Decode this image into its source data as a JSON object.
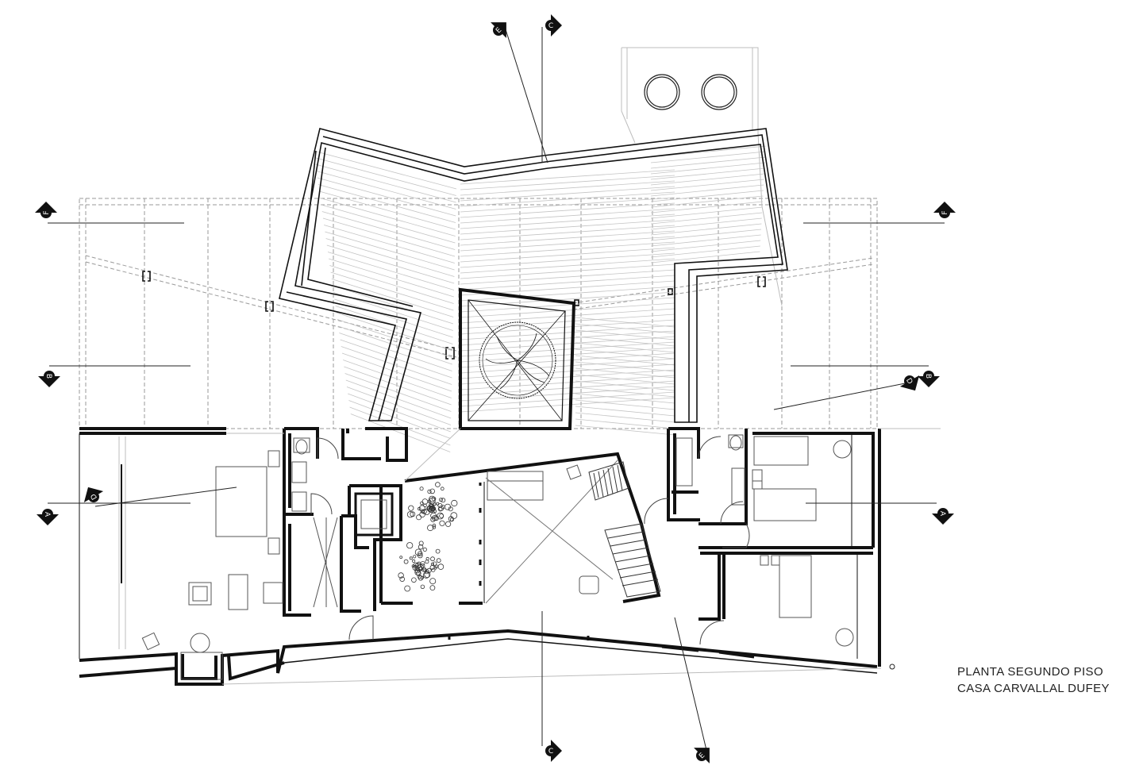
{
  "title": {
    "line1": "PLANTA SEGUNDO PISO",
    "line2": "CASA CARVALLAL DUFEY"
  },
  "section_markers": [
    {
      "id": "marker-e-top",
      "letter": "E"
    },
    {
      "id": "marker-c-top",
      "letter": "C"
    },
    {
      "id": "marker-f-left",
      "letter": "F"
    },
    {
      "id": "marker-f-right",
      "letter": "F"
    },
    {
      "id": "marker-b-left",
      "letter": "B"
    },
    {
      "id": "marker-b-right",
      "letter": "B"
    },
    {
      "id": "marker-d-left",
      "letter": "D"
    },
    {
      "id": "marker-d-right",
      "letter": "D"
    },
    {
      "id": "marker-a-left",
      "letter": "A"
    },
    {
      "id": "marker-a-right",
      "letter": "A"
    },
    {
      "id": "marker-c-bottom",
      "letter": "C"
    },
    {
      "id": "marker-e-bottom",
      "letter": "E"
    }
  ],
  "colors": {
    "wall": "#111111",
    "line": "#222222",
    "light": "#bdbdbd",
    "dashed": "#9a9a9a"
  }
}
